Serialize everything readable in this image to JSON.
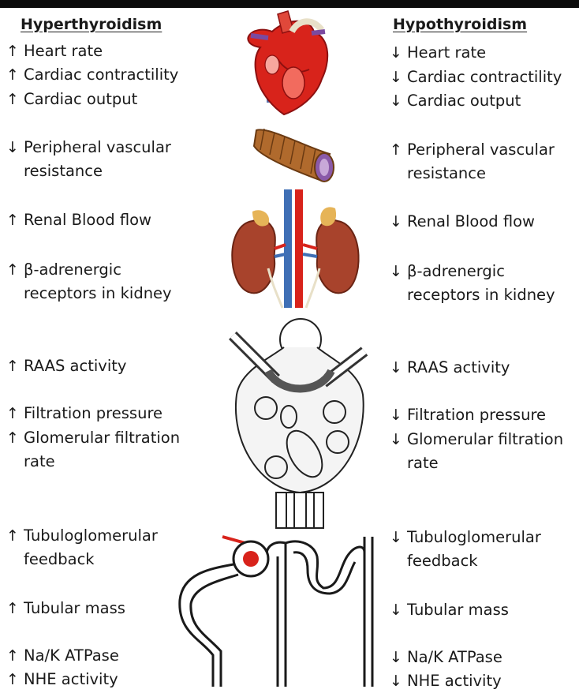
{
  "left": {
    "heading": "Hyperthyroidism",
    "items": [
      {
        "arrow": "↑",
        "lines": [
          "Heart rate"
        ]
      },
      {
        "arrow": "↑",
        "lines": [
          "Cardiac contractility"
        ]
      },
      {
        "arrow": "↑",
        "lines": [
          "Cardiac output"
        ]
      },
      {
        "arrow": "↓",
        "lines": [
          "Peripheral vascular",
          "resistance"
        ]
      },
      {
        "arrow": "↑",
        "lines": [
          "Renal Blood flow"
        ]
      },
      {
        "arrow": "↑",
        "lines": [
          "β-adrenergic",
          "receptors in kidney"
        ]
      },
      {
        "arrow": "↑",
        "lines": [
          "RAAS activity"
        ]
      },
      {
        "arrow": "↑",
        "lines": [
          "Filtration pressure"
        ]
      },
      {
        "arrow": "↑",
        "lines": [
          "Glomerular filtration",
          "rate"
        ]
      },
      {
        "arrow": "↑",
        "lines": [
          "Tubuloglomerular",
          "feedback"
        ]
      },
      {
        "arrow": "↑",
        "lines": [
          "Tubular mass"
        ]
      },
      {
        "arrow": "↑",
        "lines": [
          "Na/K ATPase"
        ]
      },
      {
        "arrow": "↑",
        "lines": [
          "NHE activity"
        ]
      }
    ]
  },
  "right": {
    "heading": "Hypothyroidism",
    "items": [
      {
        "arrow": "↓",
        "lines": [
          "Heart rate"
        ]
      },
      {
        "arrow": "↓",
        "lines": [
          "Cardiac contractility"
        ]
      },
      {
        "arrow": "↓",
        "lines": [
          "Cardiac output"
        ]
      },
      {
        "arrow": "↑",
        "lines": [
          "Peripheral vascular",
          "resistance"
        ]
      },
      {
        "arrow": "↓",
        "lines": [
          "Renal Blood flow"
        ]
      },
      {
        "arrow": "↓",
        "lines": [
          "β-adrenergic",
          "receptors in kidney"
        ]
      },
      {
        "arrow": "↓",
        "lines": [
          "RAAS activity"
        ]
      },
      {
        "arrow": "↓",
        "lines": [
          "Filtration pressure"
        ]
      },
      {
        "arrow": "↓",
        "lines": [
          "Glomerular filtration",
          "rate"
        ]
      },
      {
        "arrow": "↓",
        "lines": [
          "Tubuloglomerular",
          "feedback"
        ]
      },
      {
        "arrow": "↓",
        "lines": [
          "Tubular mass"
        ]
      },
      {
        "arrow": "↓",
        "lines": [
          "Na/K ATPase"
        ]
      },
      {
        "arrow": "↓",
        "lines": [
          "NHE activity"
        ]
      }
    ]
  },
  "illustrations": [
    "heart-icon",
    "blood-vessel-icon",
    "kidneys-icon",
    "glomerulus-icon",
    "nephron-icon"
  ],
  "colors": {
    "heart": "#d8231b",
    "vein": "#3f6fb5",
    "kidney": "#a8432c",
    "vessel": "#b06a2d",
    "lumen": "#8a5aa8"
  }
}
